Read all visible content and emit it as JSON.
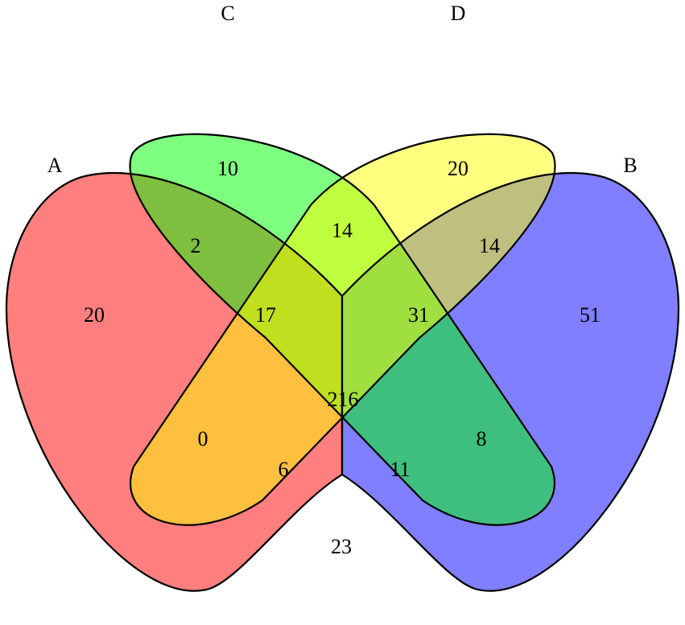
{
  "sets": [
    {
      "id": "A",
      "label": "A",
      "color": "#FF0000"
    },
    {
      "id": "B",
      "label": "B",
      "color": "#0000FF"
    },
    {
      "id": "C",
      "label": "C",
      "color": "#00FF00"
    },
    {
      "id": "D",
      "label": "D",
      "color": "#FFFF00"
    }
  ],
  "regions": {
    "A_only": "20",
    "B_only": "51",
    "C_only": "10",
    "D_only": "20",
    "AC": "2",
    "CD": "14",
    "BD": "14",
    "ACD": "17",
    "BCD": "31",
    "AD": "0",
    "ABCD": "216",
    "BC": "8",
    "ABD": "6",
    "ABC": "11",
    "AB": "23"
  }
}
